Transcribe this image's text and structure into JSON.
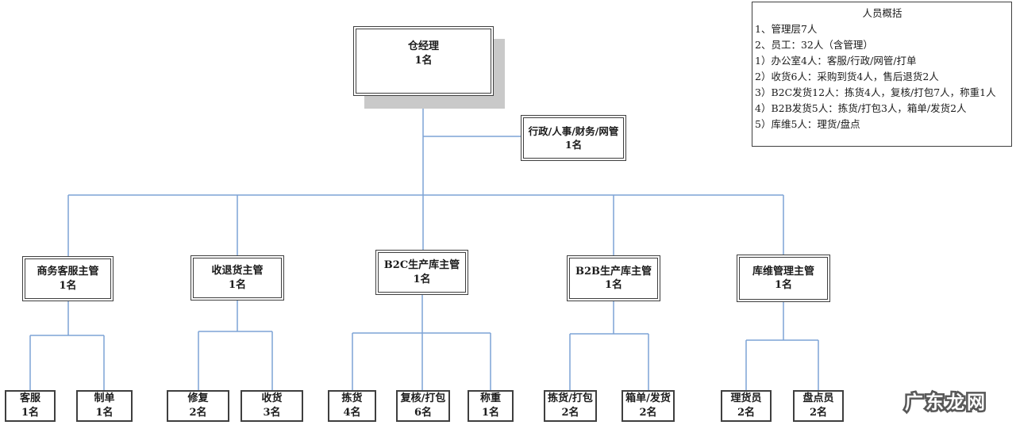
{
  "org": {
    "root": {
      "title": "仓经理",
      "count": "1名"
    },
    "staff": {
      "title": "行政/人事/财务/网管",
      "count": "1名"
    },
    "managers": [
      {
        "title": "商务客服主管",
        "count": "1名"
      },
      {
        "title": "收退货主管",
        "count": "1名"
      },
      {
        "title": "B2C生产库主管",
        "count": "1名"
      },
      {
        "title": "B2B生产库主管",
        "count": "1名"
      },
      {
        "title": "库维管理主管",
        "count": "1名"
      }
    ],
    "leaves": [
      {
        "title": "客服",
        "count": "1名"
      },
      {
        "title": "制单",
        "count": "1名"
      },
      {
        "title": "修复",
        "count": "2名"
      },
      {
        "title": "收货",
        "count": "3名"
      },
      {
        "title": "拣货",
        "count": "4名"
      },
      {
        "title": "复核/打包",
        "count": "6名"
      },
      {
        "title": "称重",
        "count": "1名"
      },
      {
        "title": "拣货/打包",
        "count": "2名"
      },
      {
        "title": "箱单/发货",
        "count": "2名"
      },
      {
        "title": "理货员",
        "count": "2名"
      },
      {
        "title": "盘点员",
        "count": "2名"
      }
    ]
  },
  "summary": {
    "title": "人员概括",
    "lines": [
      "1、管理层7人",
      "2、员工：32人（含管理）",
      "1）办公室4人：客服/行政/网管/打单",
      "2）收货6人：采购到货4人，售后退货2人",
      "3）B2C发货12人：拣货4人，复核/打包7人，称重1人",
      "4）B2B发货5人：拣货/打包3人，箱单/发货2人",
      "5）库维5人：理货/盘点"
    ]
  },
  "watermark": "广东龙网",
  "colors": {
    "connector": "#7da3d6",
    "border": "#3f3f3f",
    "shadow": "#c9c9c9"
  }
}
